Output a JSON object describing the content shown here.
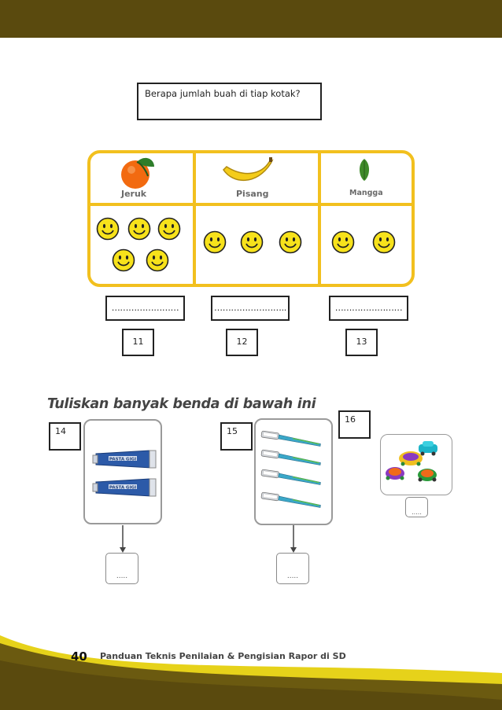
{
  "question": "Berapa jumlah buah di tiap kotak?",
  "fruits": [
    {
      "label": "Jeruk",
      "count_faces": 5,
      "blank": "……………………",
      "number": "11"
    },
    {
      "label": "Pisang",
      "count_faces": 3,
      "blank": "……………………..",
      "number": "12"
    },
    {
      "label": "Mangga",
      "count_faces": 2,
      "blank": "……………………",
      "number": "13"
    }
  ],
  "section2_title": "Tuliskan banyak benda di bawah ini",
  "items": [
    {
      "number": "14",
      "object": "pasta gigi",
      "label": "PASTA GIGI",
      "answer": "....."
    },
    {
      "number": "15",
      "object": "sikat gigi",
      "answer": "....."
    },
    {
      "number": "16",
      "object": "mainan mobil",
      "answer": "....."
    }
  ],
  "footer": {
    "page": "40",
    "title": "Panduan Teknis Penilaian & Pengisian Rapor di SD"
  },
  "colors": {
    "header": "#5a4a0e",
    "table_border": "#f2c01e",
    "footer_green": "#6b5a10",
    "footer_yellow": "#e6d21a"
  }
}
